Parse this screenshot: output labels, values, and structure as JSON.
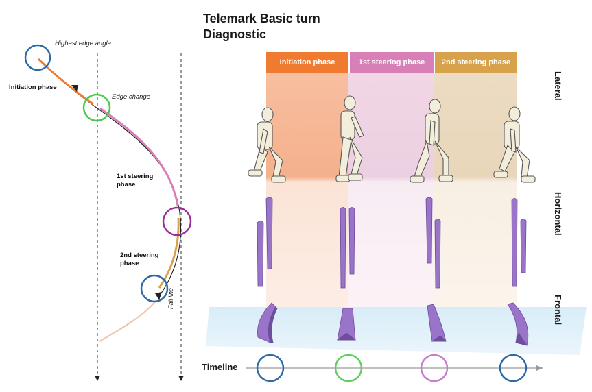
{
  "title": {
    "line1": "Telemark Basic turn",
    "line2": "Diagnostic"
  },
  "left_diagram": {
    "highest_edge_angle": "Highest edge angle",
    "edge_change": "Edge change",
    "initiation_phase": "Initiation phase",
    "steering1_line1": "1st steering",
    "steering1_line2": "phase",
    "steering2_line1": "2nd steering",
    "steering2_line2": "phase",
    "fall_line": "Fall line"
  },
  "phases": [
    {
      "label": "Initiation phase",
      "color": "#f07a30"
    },
    {
      "label": "1st steering phase",
      "color": "#d77fb6"
    },
    {
      "label": "2nd steering phase",
      "color": "#d8a24c"
    }
  ],
  "views": {
    "lateral": "Lateral",
    "horizontal": "Horizontal",
    "frontal": "Frontal"
  },
  "timeline": {
    "label": "Timeline",
    "markers": [
      {
        "color": "#2c6aa8"
      },
      {
        "color": "#5fce5f"
      },
      {
        "color": "#c97ccf"
      },
      {
        "color": "#2c6aa8"
      }
    ]
  },
  "colors": {
    "ski": "#9a74c8",
    "ski_dark": "#6a4a9a",
    "blue": "#2c6aa8",
    "green": "#4cc94c",
    "purple": "#9a2d9a"
  }
}
